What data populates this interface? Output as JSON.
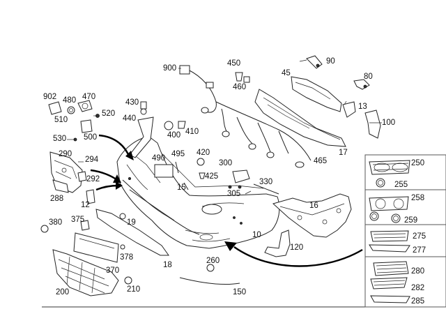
{
  "callouts": {
    "c10": "10",
    "c12": "12",
    "c13": "13",
    "c15": "15",
    "c16": "16",
    "c17": "17",
    "c18": "18",
    "c19": "19",
    "c45": "45",
    "c80": "80",
    "c90": "90",
    "c100": "100",
    "c120": "120",
    "c150": "150",
    "c200": "200",
    "c210": "210",
    "c250": "250",
    "c255": "255",
    "c258": "258",
    "c259": "259",
    "c260": "260",
    "c275": "275",
    "c277": "277",
    "c280": "280",
    "c282": "282",
    "c285": "285",
    "c288": "288",
    "c290": "290",
    "c292": "292",
    "c294": "294",
    "c300": "300",
    "c305": "305",
    "c330": "330",
    "c370": "370",
    "c375": "375",
    "c378": "378",
    "c380": "380",
    "c400": "400",
    "c410": "410",
    "c420": "420",
    "c425": "425",
    "c430": "430",
    "c440": "440",
    "c450": "450",
    "c460": "460",
    "c465": "465",
    "c470": "470",
    "c480": "480",
    "c490": "490",
    "c495": "495",
    "c500": "500",
    "c510": "510",
    "c520": "520",
    "c530": "530",
    "c900": "900",
    "c902": "902"
  }
}
